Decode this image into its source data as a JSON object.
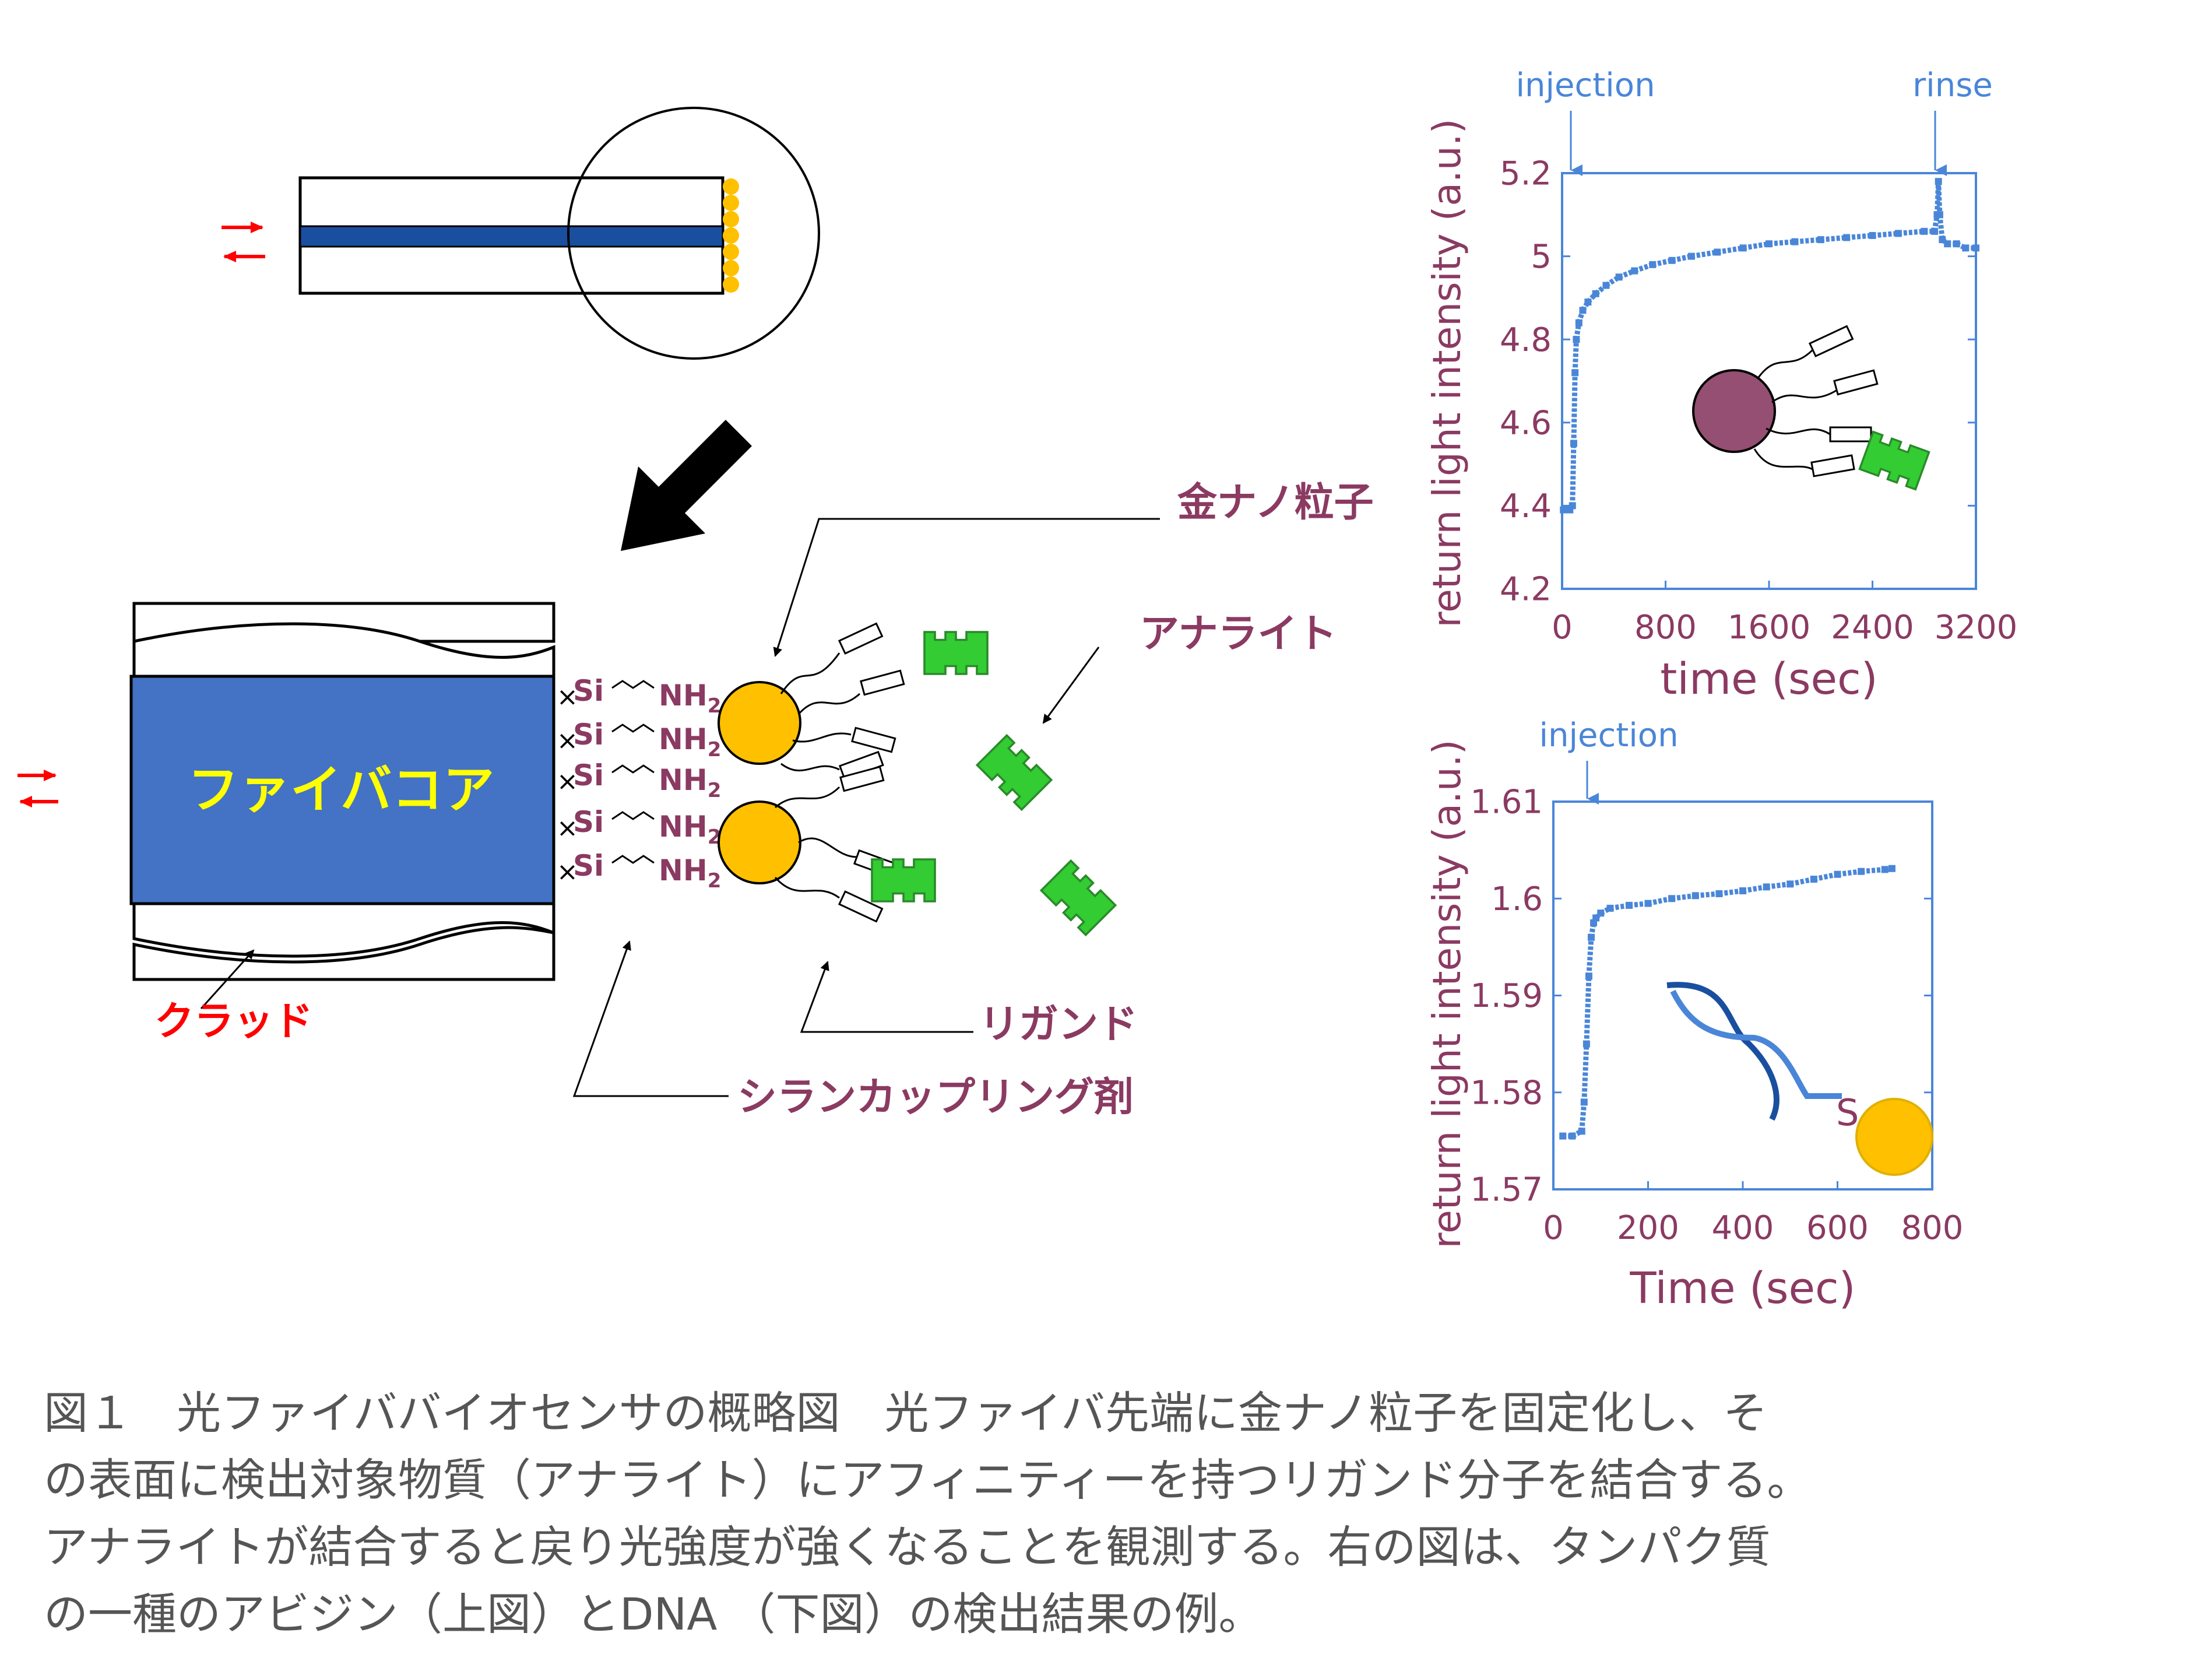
{
  "figure": {
    "labels": {
      "gold_nanoparticle": "金ナノ粒子",
      "analyte": "アナライト",
      "fiber_core": "ファイバコア",
      "cladding": "クラッド",
      "ligand": "リガンド",
      "silane_coupling": "シランカップリング剤",
      "si": "Si",
      "nh2": "NH",
      "nh2_sub": "2"
    },
    "colors": {
      "core_blue": "#4472c4",
      "core_text": "#ffff00",
      "gold": "#ffc000",
      "analyte_green": "#33cc33",
      "label_purple": "#8b3a62",
      "red": "#ff0000",
      "plot_blue": "#4a86d8",
      "axis_purple": "#8b3a62"
    }
  },
  "caption": [
    "図１　光ファイババイオセンサの概略図　光ファイバ先端に金ナノ粒子を固定化し、そ",
    "の表面に検出対象物質（アナライト）にアフィニティーを持つリガンド分子を結合する。",
    "アナライトが結合すると戻り光強度が強くなることを観測する。右の図は、タンパク質",
    "の一種のアビジン（上図）とDNA （下図）の検出結果の例。"
  ],
  "chart_data": [
    {
      "type": "scatter",
      "xlabel": "time (sec)",
      "ylabel": "return light intensity (a.u.)",
      "xlim": [
        0,
        3200
      ],
      "ylim": [
        4.2,
        5.2
      ],
      "xticks": [
        "0",
        "800",
        "1600",
        "2400",
        "3200"
      ],
      "yticks": [
        "4.2",
        "4.4",
        "4.6",
        "4.8",
        "5",
        "5.2"
      ],
      "annotations": [
        "injection",
        "rinse"
      ],
      "annotation_x": [
        100,
        2900
      ],
      "x": [
        10,
        60,
        80,
        90,
        100,
        110,
        130,
        160,
        200,
        260,
        340,
        440,
        560,
        700,
        850,
        1000,
        1200,
        1400,
        1600,
        1800,
        2000,
        2200,
        2400,
        2600,
        2800,
        2880,
        2900,
        2910,
        2920,
        2940,
        2980,
        3050,
        3120,
        3200
      ],
      "y": [
        4.39,
        4.39,
        4.4,
        4.55,
        4.72,
        4.8,
        4.84,
        4.87,
        4.89,
        4.91,
        4.93,
        4.95,
        4.965,
        4.98,
        4.99,
        5.0,
        5.01,
        5.02,
        5.03,
        5.035,
        5.04,
        5.045,
        5.05,
        5.055,
        5.06,
        5.06,
        5.1,
        5.18,
        5.1,
        5.04,
        5.03,
        5.03,
        5.02,
        5.02
      ]
    },
    {
      "type": "scatter",
      "xlabel": "Time (sec)",
      "ylabel": "return light intensity (a.u.)",
      "xlim": [
        0,
        800
      ],
      "ylim": [
        1.57,
        1.61
      ],
      "xticks": [
        "0",
        "200",
        "400",
        "600",
        "800"
      ],
      "yticks": [
        "1.57",
        "1.58",
        "1.59",
        "1.6",
        "1.61"
      ],
      "annotations": [
        "injection"
      ],
      "annotation_x": [
        70
      ],
      "x": [
        20,
        40,
        60,
        65,
        70,
        75,
        80,
        85,
        90,
        100,
        120,
        160,
        200,
        250,
        300,
        350,
        400,
        450,
        500,
        550,
        600,
        650,
        700,
        715
      ],
      "y": [
        1.5755,
        1.5755,
        1.576,
        1.579,
        1.585,
        1.592,
        1.596,
        1.5975,
        1.598,
        1.5985,
        1.599,
        1.5993,
        1.5995,
        1.6,
        1.6003,
        1.6005,
        1.6008,
        1.6012,
        1.6015,
        1.602,
        1.6025,
        1.6028,
        1.603,
        1.6031
      ]
    }
  ]
}
